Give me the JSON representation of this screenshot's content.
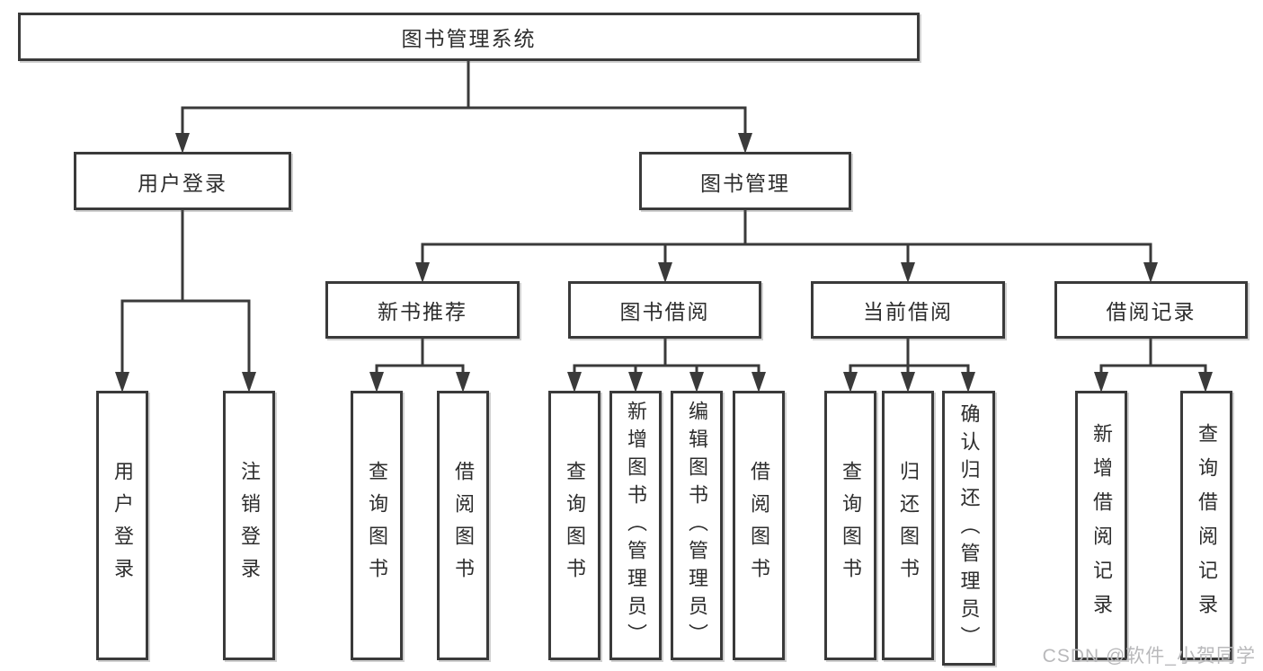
{
  "colors": {
    "line": "#3a3a3a",
    "box_border": "#3a3a3a",
    "text": "#2d2d2d",
    "background": "#ffffff",
    "watermark": "#b9b9bb"
  },
  "tree": {
    "root": "图书管理系统",
    "user_login": {
      "label": "用户登录",
      "leaves": {
        "login": "用户登录",
        "logout": "注销登录"
      }
    },
    "book_mgmt": {
      "label": "图书管理",
      "new_books": {
        "label": "新书推荐",
        "leaves": {
          "query": "查询图书",
          "borrow": "借阅图书"
        }
      },
      "book_borrow": {
        "label": "图书借阅",
        "leaves": {
          "query": "查询图书",
          "add": "新增图书（管理员）",
          "edit": "编辑图书（管理员）",
          "borrow": "借阅图书"
        }
      },
      "current_borrow": {
        "label": "当前借阅",
        "leaves": {
          "query": "查询图书",
          "return": "归还图书",
          "confirm": "确认归还（管理员）"
        }
      },
      "borrow_records": {
        "label": "借阅记录",
        "leaves": {
          "add": "新增借阅记录",
          "query": "查询借阅记录"
        }
      }
    }
  },
  "watermark": {
    "text": "CSDN @软件_小贺同学"
  }
}
